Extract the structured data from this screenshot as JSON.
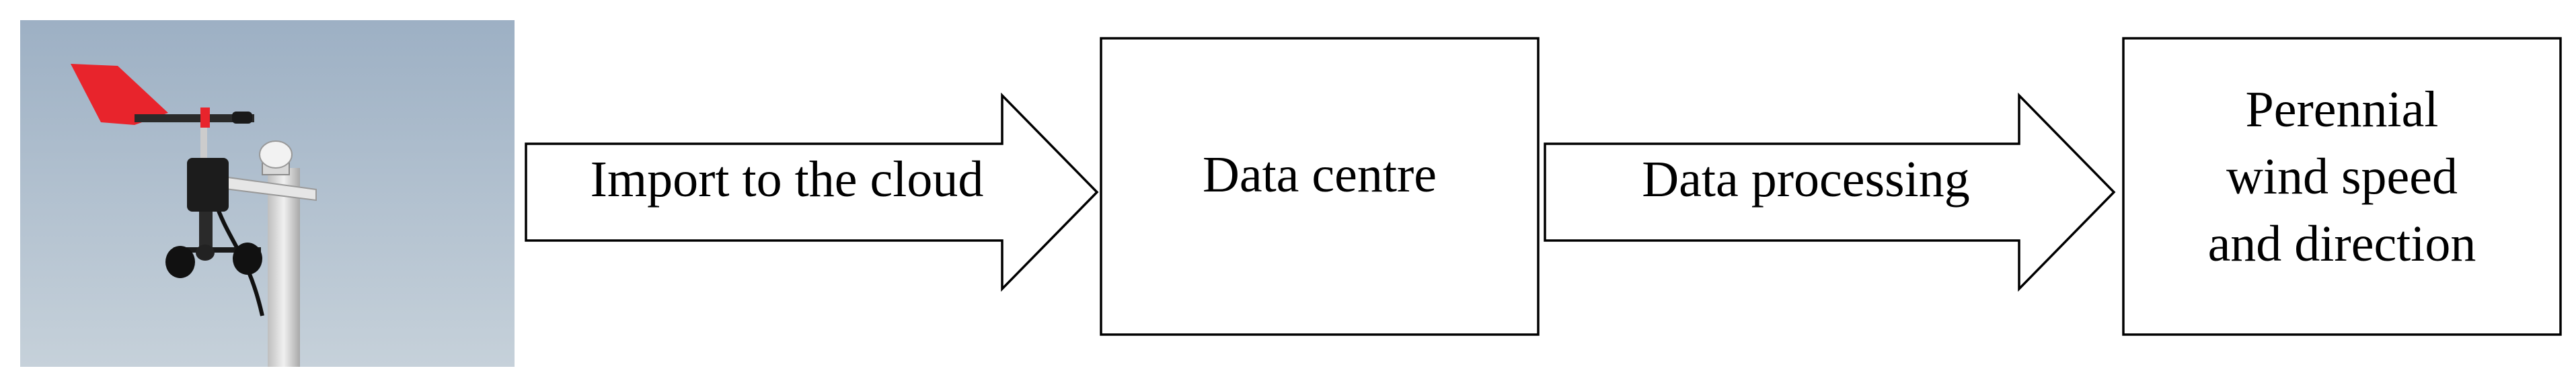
{
  "photo": {
    "subject_icon": "anemometer-wind-vane-icon",
    "colors": {
      "sky_top": "#9db0c4",
      "sky_bottom": "#c3cfd8",
      "vane": "#e8242c",
      "hardware": "#202020",
      "mast": "#d9d9d9"
    }
  },
  "arrows": [
    {
      "label": "Import to the cloud"
    },
    {
      "label": "Data processing"
    }
  ],
  "boxes": [
    {
      "lines": [
        "Data centre"
      ]
    },
    {
      "lines": [
        "Perennial",
        "wind speed",
        "and direction"
      ]
    }
  ],
  "colors": {
    "stroke": "#000000",
    "fill": "#ffffff",
    "text": "#000000"
  }
}
